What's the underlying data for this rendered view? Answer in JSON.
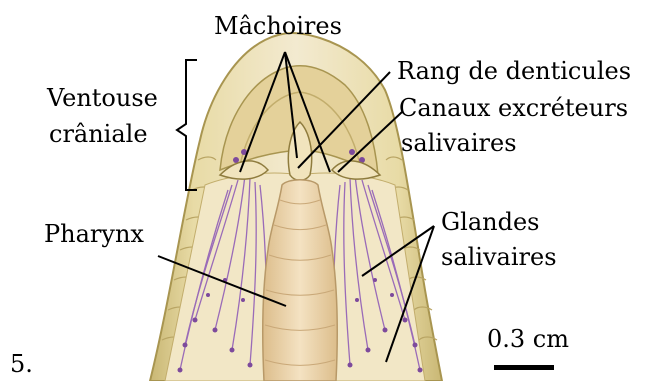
{
  "figure_number": "5.",
  "labels": {
    "machoires": "Mâchoires",
    "ventouse_line1": "Ventouse",
    "ventouse_line2": "crâniale",
    "rang": "Rang de denticules",
    "canaux_line1": "Canaux excréteurs",
    "canaux_line2": "salivaires",
    "pharynx": "Pharynx",
    "glandes_line1": "Glandes",
    "glandes_line2": "salivaires"
  },
  "scale_bar": {
    "label": "0.3 cm"
  },
  "colors": {
    "body_outer": "#d9c98b",
    "body_inner": "#efe3b5",
    "pharynx": "#e9cfa2",
    "glands": "#a67cc1",
    "leader_lines": "#000000"
  }
}
